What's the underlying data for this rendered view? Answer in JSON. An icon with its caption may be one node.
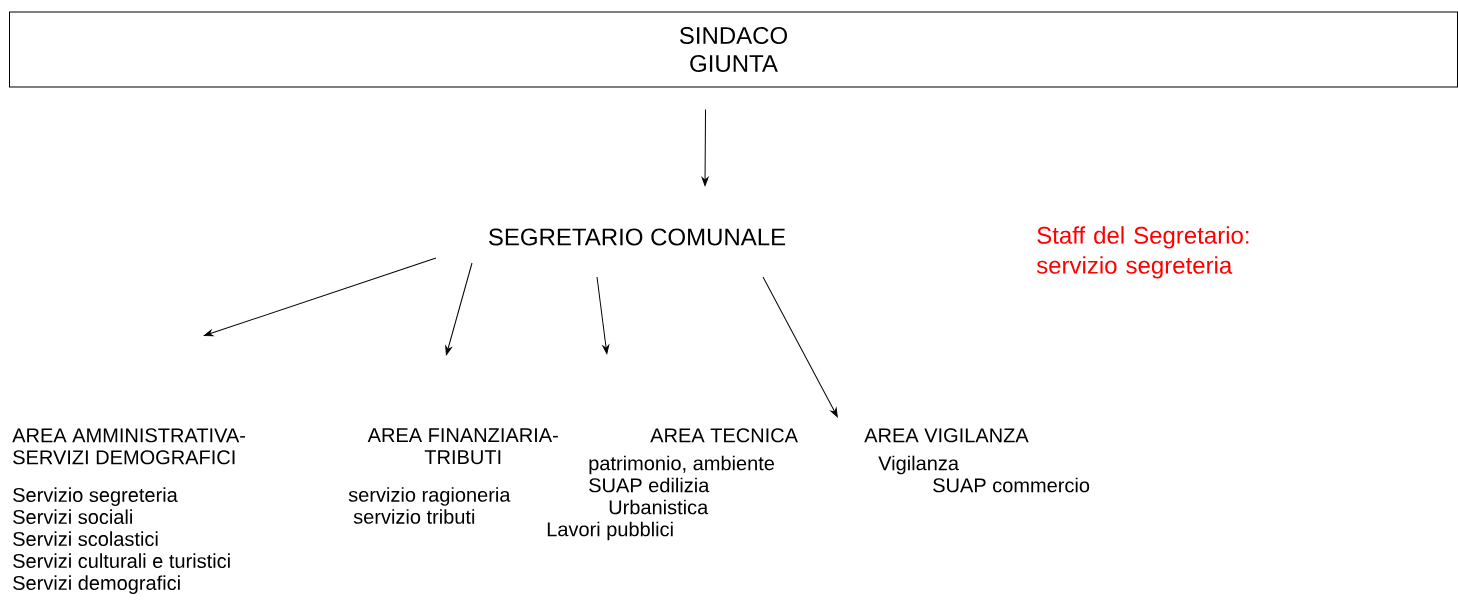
{
  "diagram": {
    "nodes": [
      {
        "text": [
          "SINDACO",
          "GIUNTA"
        ]
      },
      {
        "text": [
          "SEGRETARIO COMUNALE"
        ]
      },
      {
        "text": [
          "AREA AMMINISTRATIVA- SERVIZI DEMOGRAFICI",
          "Servizio segreteria",
          "Servizi sociali",
          "Servizi scolastici",
          "Servizi culturali e turistici",
          "Servizi demografici"
        ]
      },
      {
        "text": [
          "AREA FINANZIARIA- TRIBUTI",
          "servizio ragioneria",
          "servizio tributi"
        ]
      },
      {
        "text": [
          "AREA TECNICA",
          "patrimonio, ambiente",
          "SUAP edilizia",
          "Urbanistica",
          "Lavori pubblici"
        ]
      },
      {
        "text": [
          "AREA VIGILANZA",
          "Vigilanza",
          "SUAP commercio"
        ]
      }
    ],
    "edges": [
      {
        "from": 0,
        "to": 1,
        "arrow": "to"
      },
      {
        "from": 1,
        "to": 2,
        "arrow": "to"
      },
      {
        "from": 1,
        "to": 3,
        "arrow": "to"
      },
      {
        "from": 1,
        "to": 4,
        "arrow": "to"
      },
      {
        "from": 1,
        "to": 5,
        "arrow": "to"
      }
    ],
    "labels": [
      "Staff del Segretario: servizio segreteria"
    ]
  }
}
